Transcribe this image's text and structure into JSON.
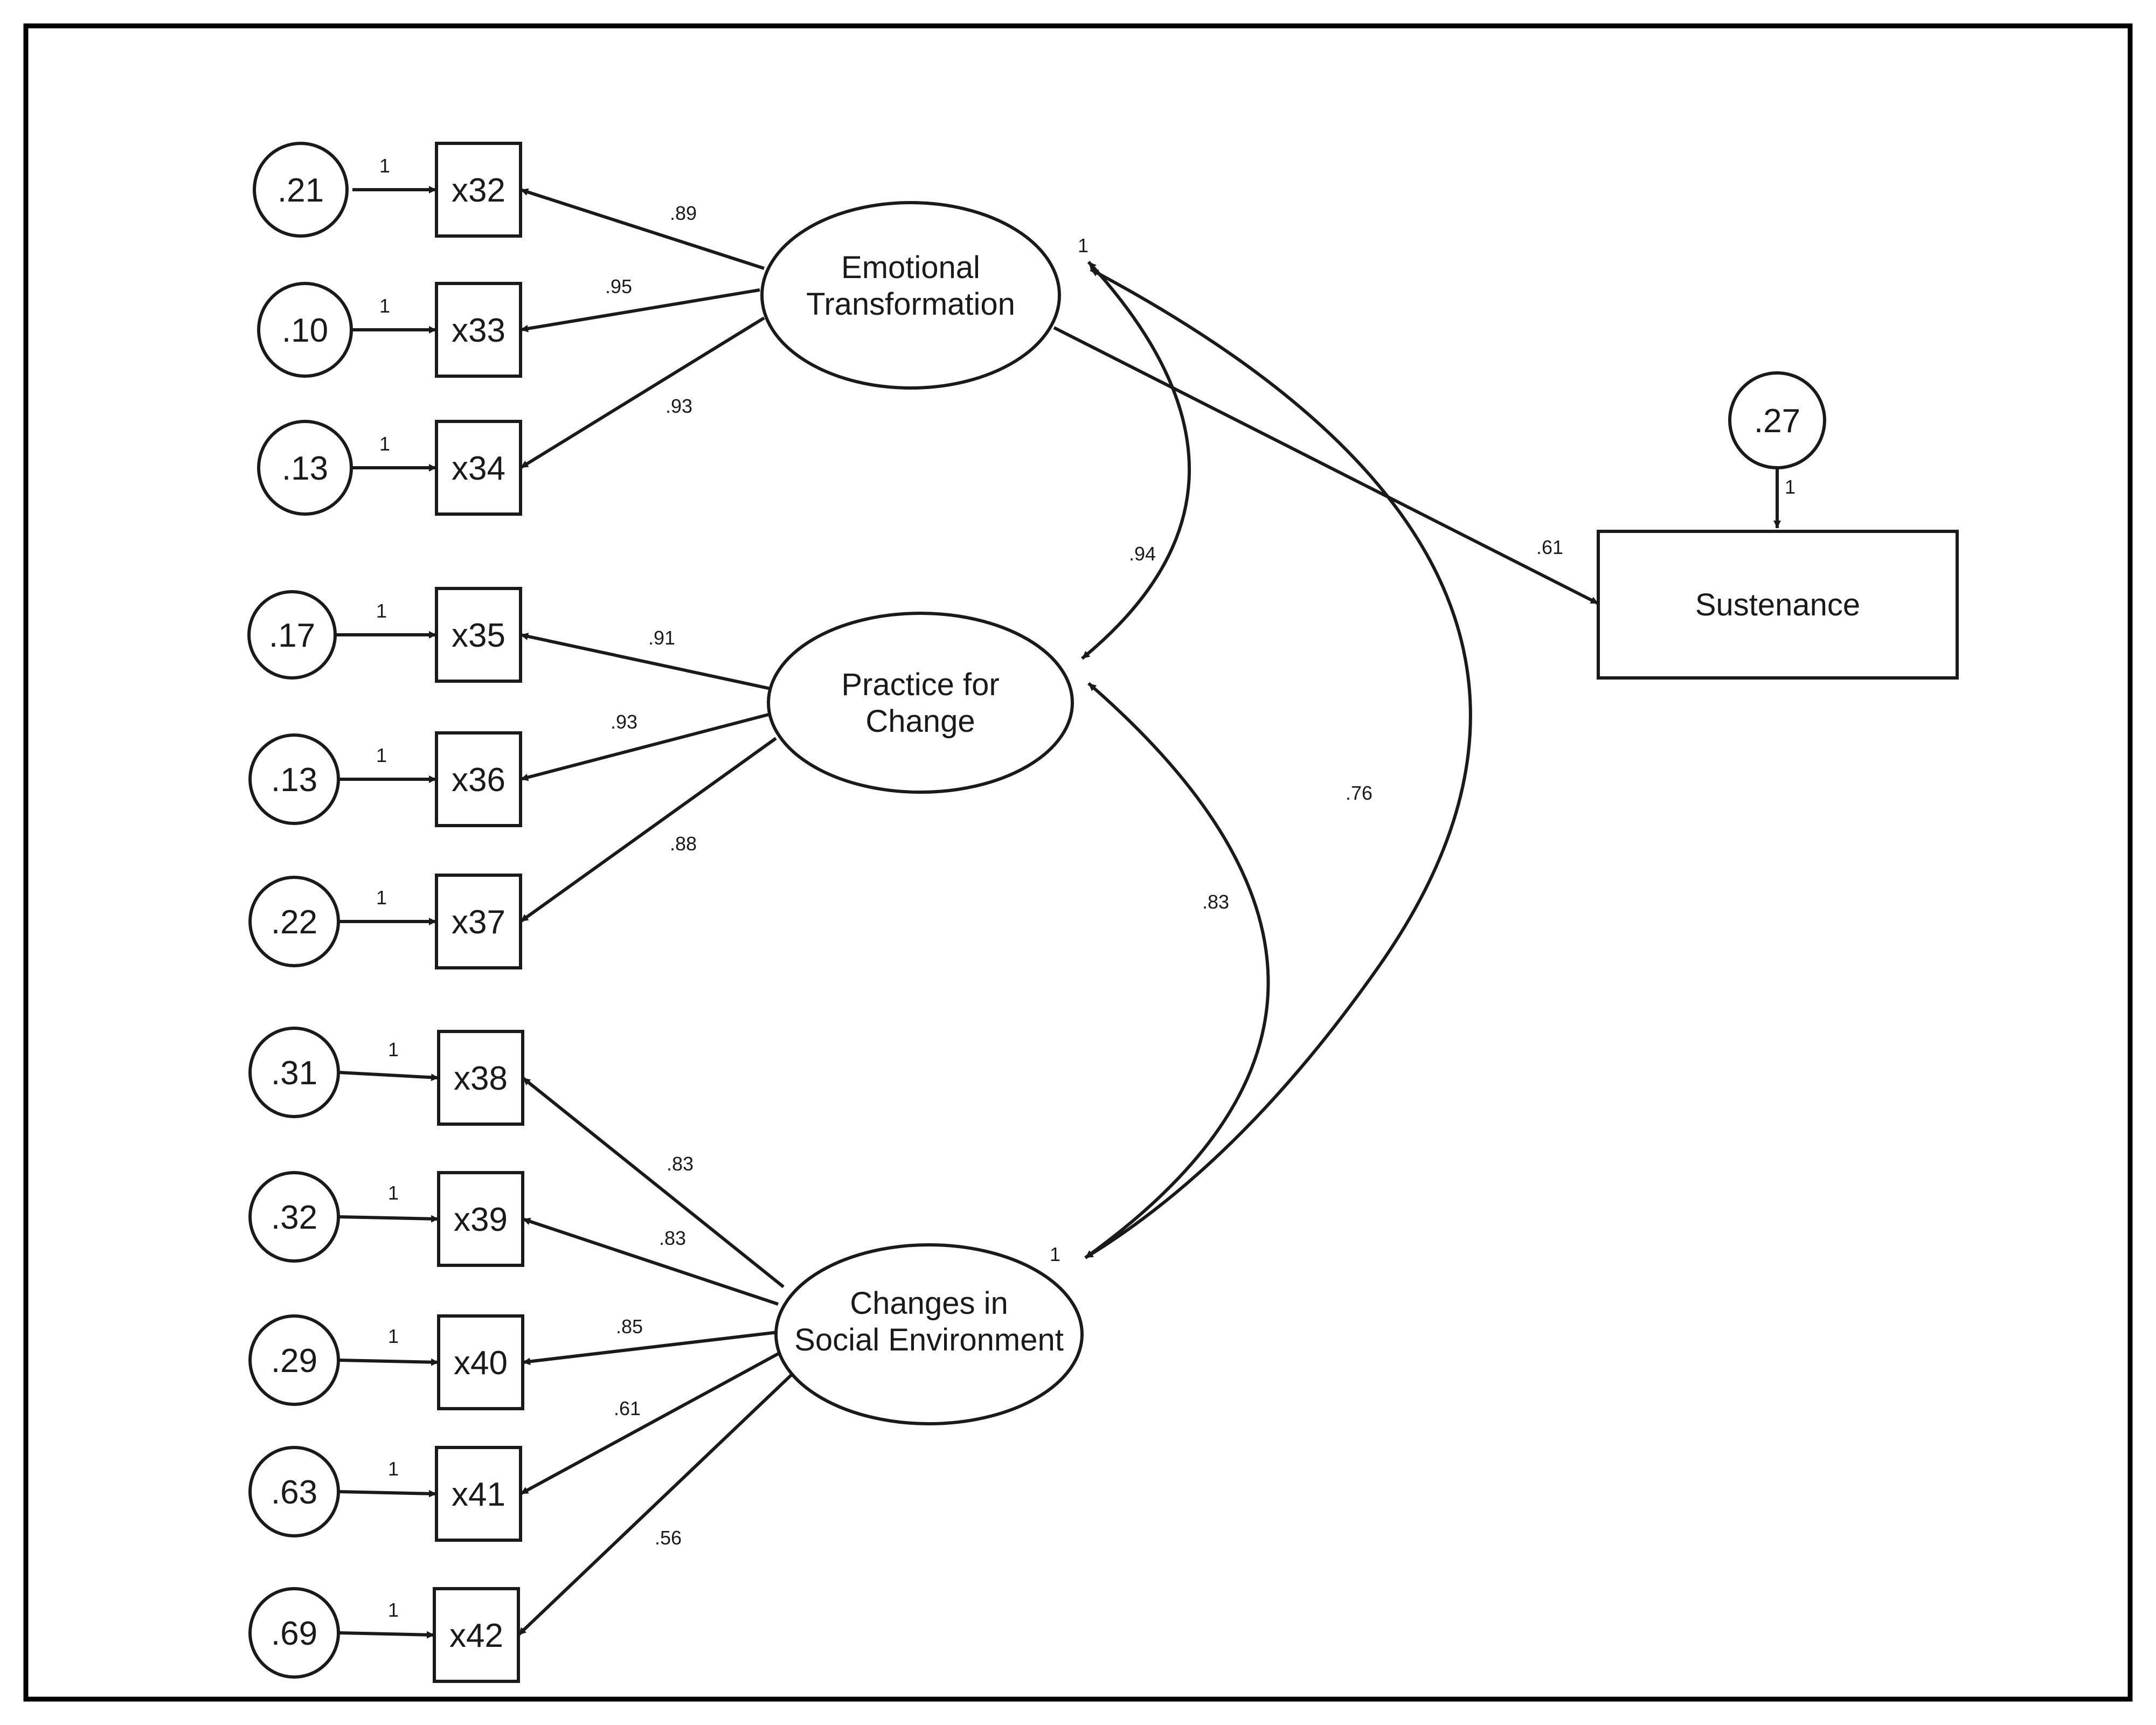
{
  "diagram": {
    "colors": {
      "stroke": "#1a1a1a",
      "background": "#ffffff",
      "frame": "#000000"
    },
    "errors": [
      {
        "id": "e32",
        "label": ".21",
        "weight": "1"
      },
      {
        "id": "e33",
        "label": ".10",
        "weight": "1"
      },
      {
        "id": "e34",
        "label": ".13",
        "weight": "1"
      },
      {
        "id": "e35",
        "label": ".17",
        "weight": "1"
      },
      {
        "id": "e36",
        "label": ".13",
        "weight": "1"
      },
      {
        "id": "e37",
        "label": ".22",
        "weight": "1"
      },
      {
        "id": "e38",
        "label": ".31",
        "weight": "1"
      },
      {
        "id": "e39",
        "label": ".32",
        "weight": "1"
      },
      {
        "id": "e40",
        "label": ".29",
        "weight": "1"
      },
      {
        "id": "e41",
        "label": ".63",
        "weight": "1"
      },
      {
        "id": "e42",
        "label": ".69",
        "weight": "1"
      },
      {
        "id": "e_sus",
        "label": ".27",
        "weight": "1"
      }
    ],
    "indicators": [
      {
        "id": "x32",
        "label": "x32"
      },
      {
        "id": "x33",
        "label": "x33"
      },
      {
        "id": "x34",
        "label": "x34"
      },
      {
        "id": "x35",
        "label": "x35"
      },
      {
        "id": "x36",
        "label": "x36"
      },
      {
        "id": "x37",
        "label": "x37"
      },
      {
        "id": "x38",
        "label": "x38"
      },
      {
        "id": "x39",
        "label": "x39"
      },
      {
        "id": "x40",
        "label": "x40"
      },
      {
        "id": "x41",
        "label": "x41"
      },
      {
        "id": "x42",
        "label": "x42"
      }
    ],
    "factors": [
      {
        "id": "emotional",
        "label_lines": [
          "Emotional",
          "Transformation"
        ],
        "variance": "1"
      },
      {
        "id": "practice",
        "label_lines": [
          "Practice for",
          "Change"
        ]
      },
      {
        "id": "social",
        "label_lines": [
          "Changes in",
          "Social Environment"
        ],
        "variance": "1"
      }
    ],
    "outcome": {
      "id": "sustenance",
      "label": "Sustenance"
    },
    "loadings": [
      {
        "from": "emotional",
        "to": "x32",
        "value": ".89"
      },
      {
        "from": "emotional",
        "to": "x33",
        "value": ".95"
      },
      {
        "from": "emotional",
        "to": "x34",
        "value": ".93"
      },
      {
        "from": "practice",
        "to": "x35",
        "value": ".91"
      },
      {
        "from": "practice",
        "to": "x36",
        "value": ".93"
      },
      {
        "from": "practice",
        "to": "x37",
        "value": ".88"
      },
      {
        "from": "social",
        "to": "x38",
        "value": ".83"
      },
      {
        "from": "social",
        "to": "x39",
        "value": ".83"
      },
      {
        "from": "social",
        "to": "x40",
        "value": ".85"
      },
      {
        "from": "social",
        "to": "x41",
        "value": ".61"
      },
      {
        "from": "social",
        "to": "x42",
        "value": ".56"
      }
    ],
    "correlations": [
      {
        "a": "emotional",
        "b": "practice",
        "value": ".94"
      },
      {
        "a": "practice",
        "b": "social",
        "value": ".83"
      },
      {
        "a": "emotional",
        "b": "social",
        "value": ".76"
      }
    ],
    "regression": {
      "from": "emotional",
      "to": "sustenance",
      "value": ".61"
    }
  }
}
